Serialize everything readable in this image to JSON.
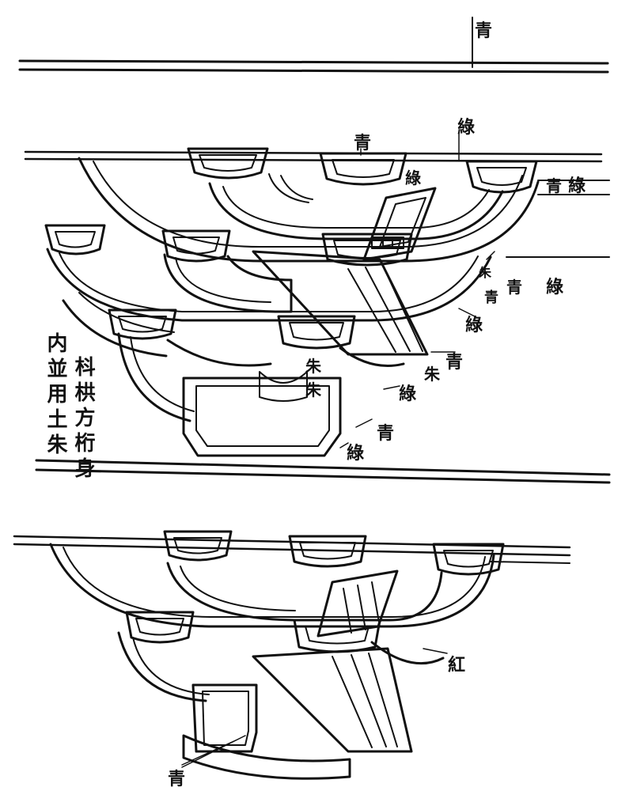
{
  "note": {
    "line1": "枓栱方桁身",
    "line2": "内並用土朱"
  },
  "labels": {
    "top_rule": "青",
    "upper_blue_cap": "青",
    "upper_green_top": "綠",
    "upper_blue_right": "青",
    "upper_green_right": "綠",
    "upper_green_mid": "綠",
    "upper_blue_mid": "青",
    "upper_red_small": "朱",
    "upper_green_low": "綠",
    "upper_blue_low": "青",
    "upper_red_right": "朱",
    "upper_green_bottom_right": "綠",
    "upper_blue_bottom": "青",
    "upper_green_bottom": "綠",
    "upper_red_center_a": "朱",
    "upper_red_center_b": "朱",
    "lower_red": "紅",
    "lower_blue": "青"
  }
}
